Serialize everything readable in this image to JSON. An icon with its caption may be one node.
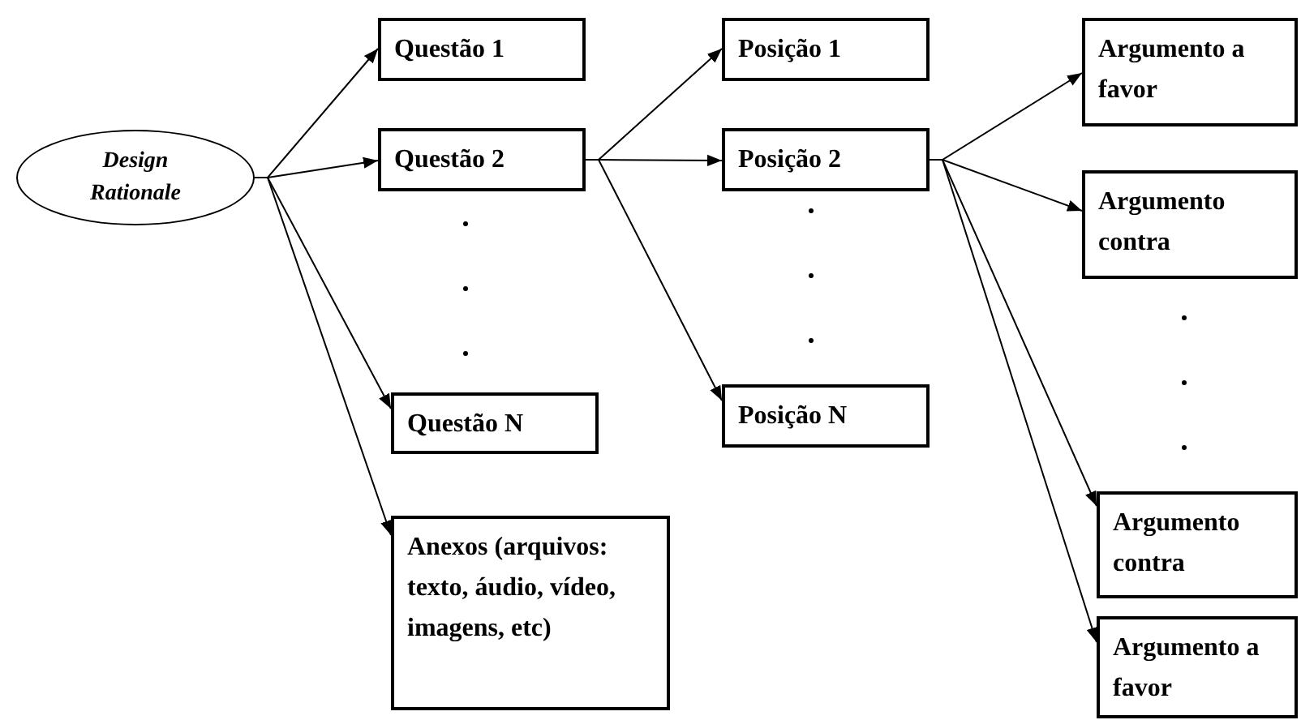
{
  "diagram": {
    "nodes": [
      {
        "text": [
          "Design Rationale"
        ]
      },
      {
        "text": [
          "Questão 1"
        ]
      },
      {
        "text": [
          "Questão 2"
        ]
      },
      {
        "text": [
          "Questão N"
        ]
      },
      {
        "text": [
          "Anexos (arquivos: texto, áudio, vídeo, imagens, etc)"
        ]
      },
      {
        "text": [
          "Posição 1"
        ]
      },
      {
        "text": [
          "Posição 2"
        ]
      },
      {
        "text": [
          "Posição N"
        ]
      },
      {
        "text": [
          "Argumento a favor"
        ]
      },
      {
        "text": [
          "Argumento contra"
        ]
      },
      {
        "text": [
          "Argumento contra"
        ]
      },
      {
        "text": [
          "Argumento a favor"
        ]
      }
    ],
    "edges": [
      {
        "from": 0,
        "to": 1,
        "arrow": "to"
      },
      {
        "from": 0,
        "to": 2,
        "arrow": "to"
      },
      {
        "from": 0,
        "to": 3,
        "arrow": "to"
      },
      {
        "from": 0,
        "to": 4,
        "arrow": "to"
      },
      {
        "from": 2,
        "to": 5,
        "arrow": "to"
      },
      {
        "from": 2,
        "to": 6,
        "arrow": "to"
      },
      {
        "from": 2,
        "to": 7,
        "arrow": "to"
      },
      {
        "from": 6,
        "to": 8,
        "arrow": "to"
      },
      {
        "from": 6,
        "to": 9,
        "arrow": "to"
      },
      {
        "from": 6,
        "to": 10,
        "arrow": "to"
      },
      {
        "from": 6,
        "to": 11,
        "arrow": "to"
      }
    ]
  }
}
